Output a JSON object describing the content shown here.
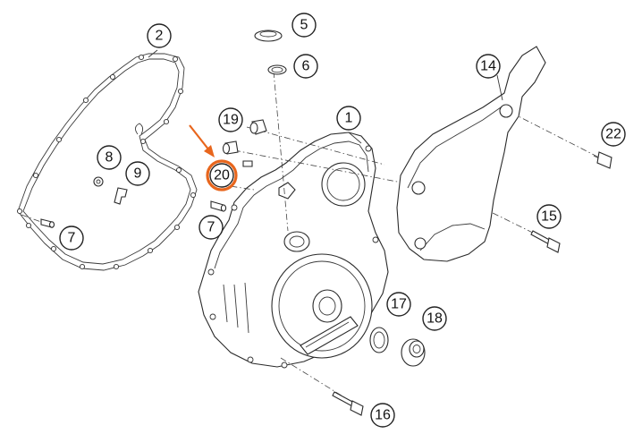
{
  "diagram": {
    "highlight_color": "#e8661d",
    "highlighted_callout": "20",
    "callouts": [
      {
        "id": "c1",
        "label": "1"
      },
      {
        "id": "c2",
        "label": "2"
      },
      {
        "id": "c5",
        "label": "5"
      },
      {
        "id": "c6",
        "label": "6"
      },
      {
        "id": "c7a",
        "label": "7"
      },
      {
        "id": "c7b",
        "label": "7"
      },
      {
        "id": "c8",
        "label": "8"
      },
      {
        "id": "c9",
        "label": "9"
      },
      {
        "id": "c14",
        "label": "14"
      },
      {
        "id": "c15",
        "label": "15"
      },
      {
        "id": "c16",
        "label": "16"
      },
      {
        "id": "c17",
        "label": "17"
      },
      {
        "id": "c18",
        "label": "18"
      },
      {
        "id": "c19",
        "label": "19"
      },
      {
        "id": "c20",
        "label": "20"
      },
      {
        "id": "c22",
        "label": "22"
      }
    ]
  }
}
